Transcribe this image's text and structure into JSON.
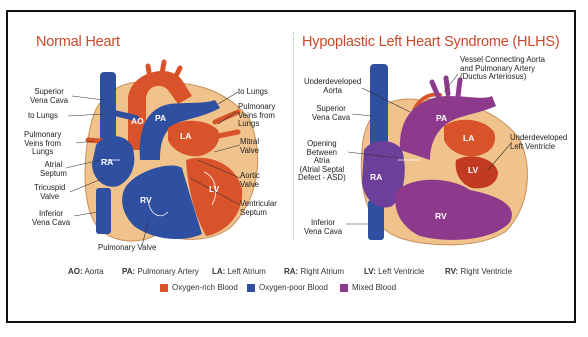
{
  "titles": {
    "left": "Normal Heart",
    "right": "Hypoplastic Left Heart Syndrome (HLHS)"
  },
  "normal_labels": {
    "superior_vena_cava": "Superior\nVena Cava",
    "to_lungs_left": "to Lungs",
    "pulmonary_veins_left": "Pulmonary\nVeins from\nLungs",
    "atrial_septum": "Atrial\nSeptum",
    "tricuspid_valve": "Tricuspid\nValve",
    "inferior_vena_cava": "Inferior\nVena Cava",
    "pulmonary_valve": "Pulmonary Valve",
    "to_lungs_right": "to Lungs",
    "pulmonary_veins_right": "Pulmonary\nVeins from\nLungs",
    "mitral_valve": "Mitral\nValve",
    "aortic_valve": "Aortic\nValve",
    "ventricular_septum": "Ventricular\nSeptum"
  },
  "normal_chambers": {
    "ao": "AO",
    "pa": "PA",
    "la": "LA",
    "ra": "RA",
    "lv": "LV",
    "rv": "RV"
  },
  "hlhs_labels": {
    "underdeveloped_aorta": "Underdeveloped\nAorta",
    "superior_vena_cava": "Superior\nVena Cava",
    "opening_between_atria": "Opening\nBetween\nAtria\n(Atrial Septal\nDefect - ASD)",
    "inferior_vena_cava": "Inferior\nVena Cava",
    "vessel_connecting": "Vessel Connecting Aorta\nand Pulmonary Artery\n(Ductus Arteriosus)",
    "underdeveloped_lv": "Underdeveloped\nLeft Ventricle"
  },
  "hlhs_chambers": {
    "pa": "PA",
    "la": "LA",
    "ra": "RA",
    "lv": "LV",
    "rv": "RV"
  },
  "abbreviations": [
    {
      "abbr": "AO:",
      "text": "Aorta"
    },
    {
      "abbr": "PA:",
      "text": "Pulmonary Artery"
    },
    {
      "abbr": "LA:",
      "text": "Left Atrium"
    },
    {
      "abbr": "RA:",
      "text": "Right Atrium"
    },
    {
      "abbr": "LV:",
      "text": "Left Ventricle"
    },
    {
      "abbr": "RV:",
      "text": "Right Ventricle"
    }
  ],
  "color_legend": [
    {
      "label": "Oxygen-rich Blood",
      "color": "#d9532a"
    },
    {
      "label": "Oxygen-poor Blood",
      "color": "#2f4fa0"
    },
    {
      "label": "Mixed Blood",
      "color": "#8e3a8c"
    }
  ],
  "colors": {
    "title": "#c8492b",
    "heart_tissue": "#f0c28c",
    "oxygen_rich": "#d9532a",
    "oxygen_poor": "#2f4fa0",
    "mixed": "#8e3a8c"
  }
}
